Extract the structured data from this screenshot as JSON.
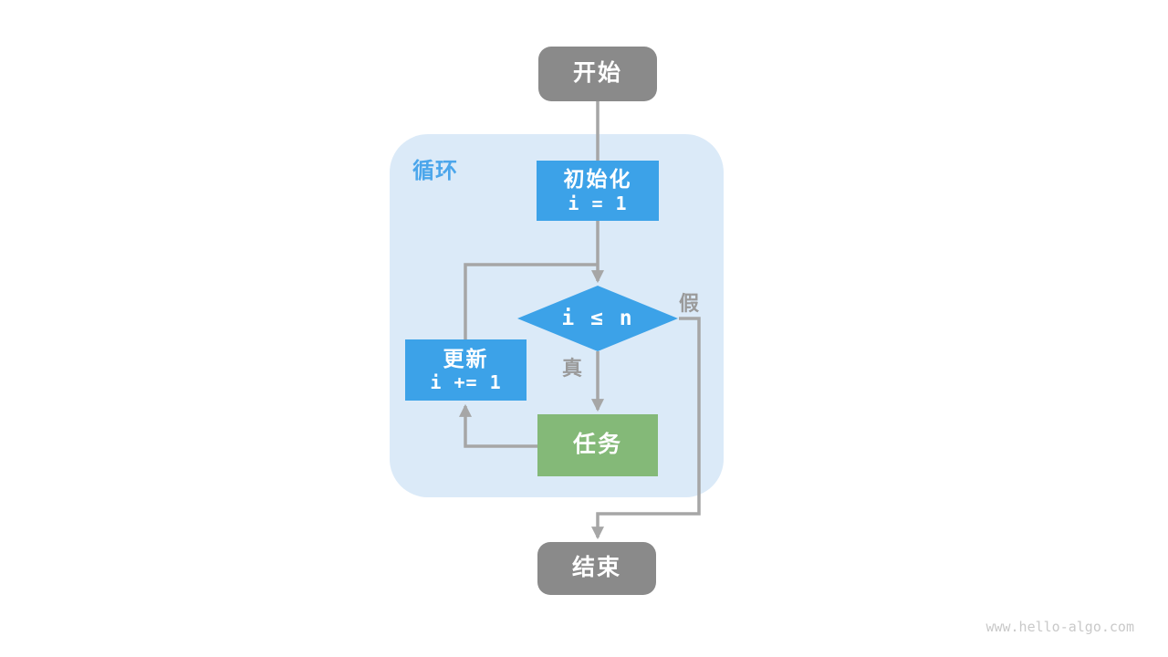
{
  "diagram": {
    "region_label": "循环",
    "nodes": {
      "start": {
        "label": "开始"
      },
      "init": {
        "line1": "初始化",
        "line2": "i = 1"
      },
      "condition": {
        "expr": "i ≤ n"
      },
      "update": {
        "line1": "更新",
        "line2": "i += 1"
      },
      "task": {
        "label": "任务"
      },
      "end": {
        "label": "结束"
      }
    },
    "branch_labels": {
      "true": "真",
      "false": "假"
    }
  },
  "colors": {
    "node_blue": "#3CA2E8",
    "node_green": "#84B978",
    "node_gray": "#8A8A8A",
    "region_bg": "#DBEAF8",
    "region_label": "#4BA6EB",
    "connector": "#A6A6A6",
    "branch_label": "#9A9A9A",
    "watermark": "#C9C9C9"
  },
  "watermark": "www.hello-algo.com"
}
